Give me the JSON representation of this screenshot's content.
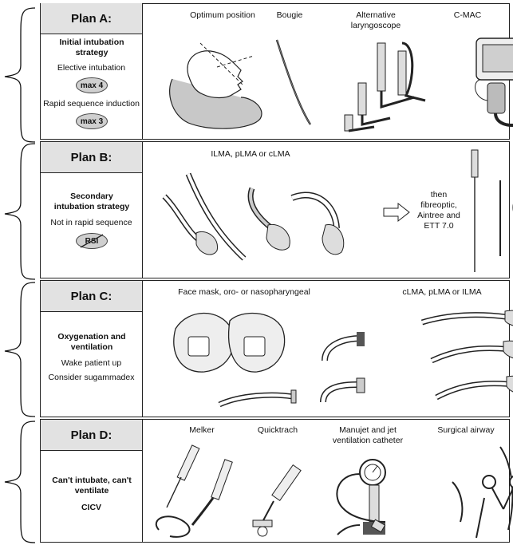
{
  "plans": [
    {
      "title": "Plan A:",
      "strategy": "Initial intubation strategy",
      "line1": "Elective intubation",
      "badge1": "max 4",
      "line2": "Rapid sequence induction",
      "badge2": "max 3",
      "images": [
        "Optimum position",
        "Bougie",
        "Alternative laryngoscope",
        "C-MAC"
      ]
    },
    {
      "title": "Plan B:",
      "strategy": "Secondary intubation strategy",
      "line1": "Not in rapid sequence",
      "badge1": "RSI",
      "images": [
        "ILMA, pLMA or cLMA"
      ],
      "then_text": "then fibreoptic, Aintree and ETT 7.0"
    },
    {
      "title": "Plan C:",
      "strategy": "Oxygenation and ventilation",
      "line1": "Wake patient up",
      "line2": "Consider sugammadex",
      "images": [
        "Face mask, oro- or nasopharyngeal",
        "cLMA, pLMA or ILMA"
      ]
    },
    {
      "title": "Plan D:",
      "strategy": "Can't intubate, can't ventilate",
      "line1": "CICV",
      "images": [
        "Melker",
        "Quicktrach",
        "Manujet and jet ventilation catheter",
        "Surgical airway"
      ]
    }
  ]
}
